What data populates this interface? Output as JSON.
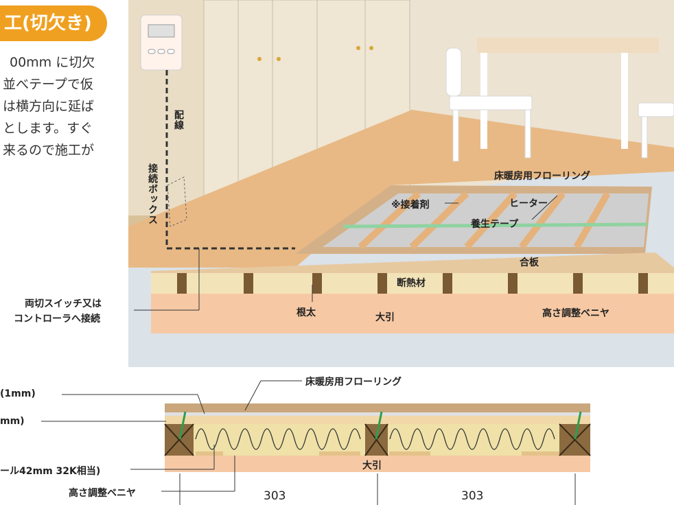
{
  "header": {
    "badge": "工(切欠き)"
  },
  "body_text": [
    "00mm に切欠",
    "並べテープで仮",
    "は横方向に延ば",
    "とします。すぐ",
    "来るので施工が"
  ],
  "illustration": {
    "wiring": "配線",
    "junction_box": "接続ボックス",
    "flooring": "床暖房用フローリング",
    "adhesive": "※接着剤",
    "heater": "ヒーター",
    "curing_tape": "養生テープ",
    "plywood": "合板",
    "insulation": "断熱材",
    "joist": "根太",
    "beam": "大引",
    "shim": "高さ調整ベニヤ",
    "switch_note_1": "両切スイッチ又は",
    "switch_note_2": "コントローラへ接続"
  },
  "section": {
    "flooring": "床暖房用フローリング",
    "layer_a": "(1mm)",
    "layer_b": "mm)",
    "insulation": "ール42mm 32K相当)",
    "shim": "高さ調整ベニヤ",
    "beam": "大引",
    "dim_1": "303",
    "dim_2": "303"
  },
  "colors": {
    "badge": "#f0a020",
    "wall": "#e8dcc6",
    "floor_wood": "#e6b27c",
    "plywood": "#f3d9ae",
    "beam": "#f6c9a4",
    "joist": "#7a5a33",
    "tape": "#8fd3a0",
    "heater_panel": "#d0d0d0",
    "ground": "#9eadbb"
  }
}
